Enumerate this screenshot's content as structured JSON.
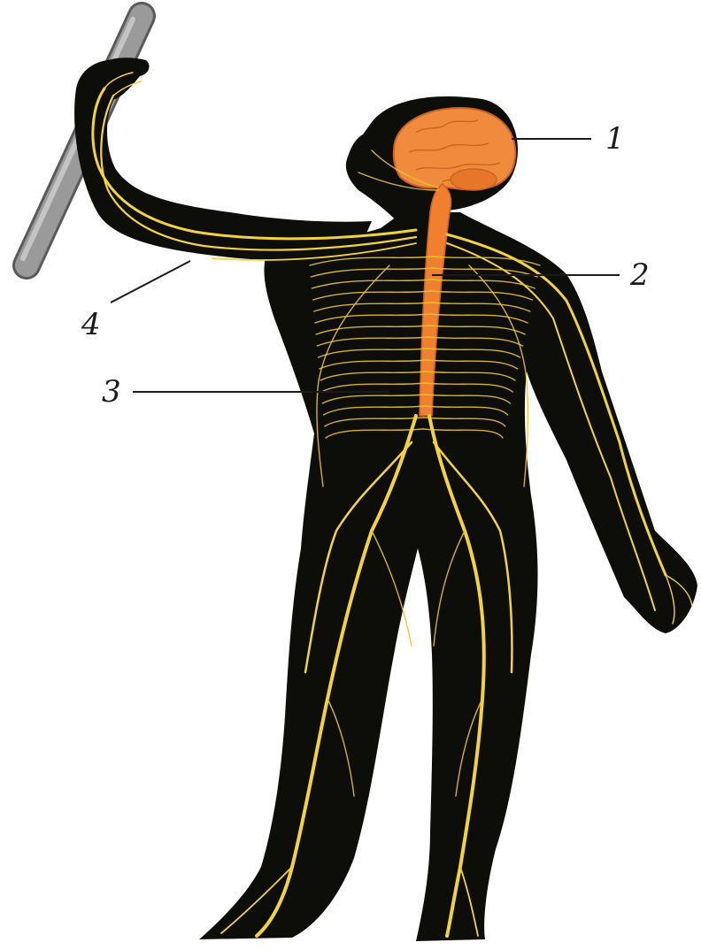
{
  "labels": [
    {
      "id": "1",
      "text": "1",
      "part": "brain"
    },
    {
      "id": "2",
      "text": "2",
      "part": "spinal-cord"
    },
    {
      "id": "3",
      "text": "3",
      "part": "spinal-nerves"
    },
    {
      "id": "4",
      "text": "4",
      "part": "peripheral-nerve"
    }
  ],
  "colors": {
    "body": "#0d0d0a",
    "nerve": "#f2d43a",
    "brain": "#f08a3c",
    "spine": "#f07f2e",
    "pole": "#8f8f8f",
    "ink": "#1a1a1a"
  }
}
